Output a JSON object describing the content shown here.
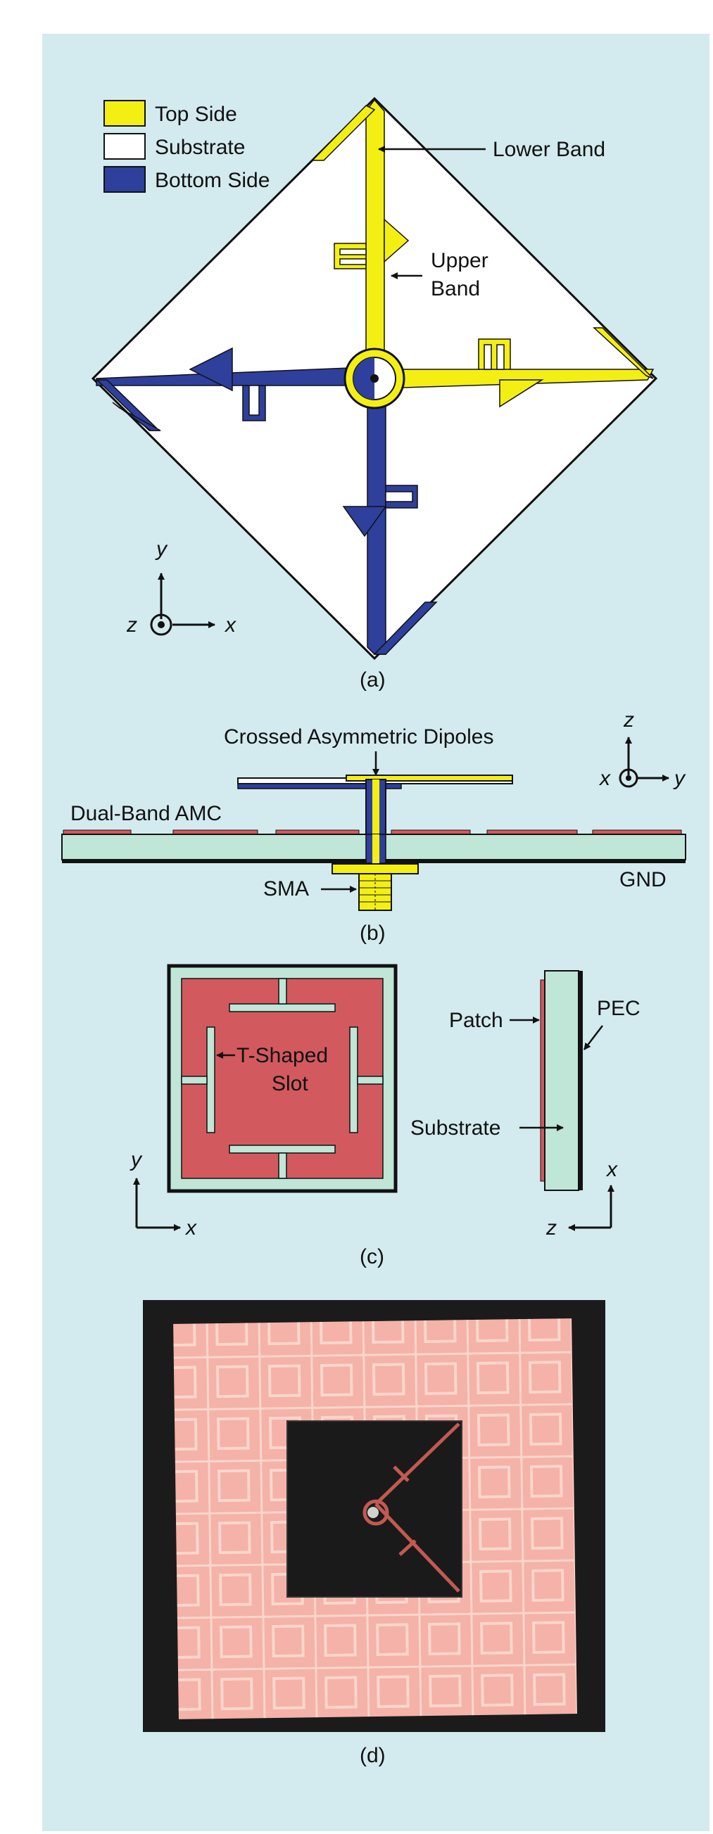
{
  "figure": {
    "panel_a": {
      "caption": "(a)",
      "legend": [
        {
          "label": "Top Side",
          "color": "#f4ef13"
        },
        {
          "label": "Substrate",
          "color": "#ffffff"
        },
        {
          "label": "Bottom Side",
          "color": "#2e3f9c"
        }
      ],
      "labels": {
        "lower_band": "Lower Band",
        "upper_band_1": "Upper",
        "upper_band_2": "Band"
      },
      "axes": {
        "y": "y",
        "z": "z",
        "x": "x"
      }
    },
    "panel_b": {
      "caption": "(b)",
      "labels": {
        "dipoles": "Crossed Asymmetric Dipoles",
        "amc": "Dual-Band AMC",
        "sma": "SMA",
        "gnd": "GND"
      },
      "axes": {
        "z": "z",
        "x": "x",
        "y": "y"
      }
    },
    "panel_c": {
      "caption": "(c)",
      "labels": {
        "slot_1": "T-Shaped",
        "slot_2": "Slot",
        "patch": "Patch",
        "pec": "PEC",
        "substrate": "Substrate"
      },
      "axes_left": {
        "y": "y",
        "x": "x"
      },
      "axes_right": {
        "x": "x",
        "z": "z"
      }
    },
    "panel_d": {
      "caption": "(d)"
    },
    "colors": {
      "top": "#f4ef13",
      "bottom": "#2e3f9c",
      "substrate": "#ffffff",
      "patch": "#d25a5e",
      "amc_sub": "#bfe6d6",
      "background": "#d3ebee"
    }
  }
}
